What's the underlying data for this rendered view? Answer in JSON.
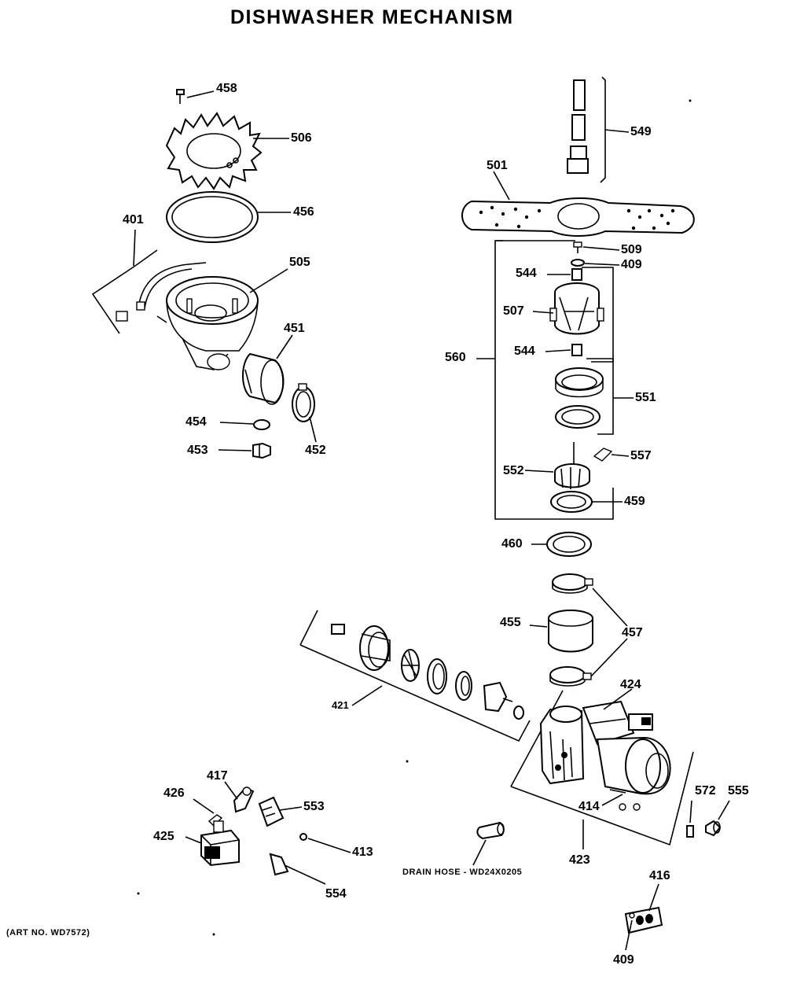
{
  "title": "DISHWASHER MECHANISM",
  "art_no": "(ART NO. WD7572)",
  "drain_hose": "DRAIN HOSE - WD24X0205",
  "callouts": {
    "c458": "458",
    "c506": "506",
    "c456": "456",
    "c401": "401",
    "c505": "505",
    "c451": "451",
    "c454": "454",
    "c453": "453",
    "c452": "452",
    "c549": "549",
    "c501": "501",
    "c509": "509",
    "c409a": "409",
    "c544a": "544",
    "c507": "507",
    "c560": "560",
    "c544b": "544",
    "c551": "551",
    "c557": "557",
    "c552": "552",
    "c459": "459",
    "c460": "460",
    "c455": "455",
    "c457": "457",
    "c424": "424",
    "c421": "421",
    "c417": "417",
    "c426": "426",
    "c553": "553",
    "c425": "425",
    "c413": "413",
    "c554": "554",
    "c414": "414",
    "c423": "423",
    "c572": "572",
    "c555": "555",
    "c416": "416",
    "c409b": "409"
  }
}
